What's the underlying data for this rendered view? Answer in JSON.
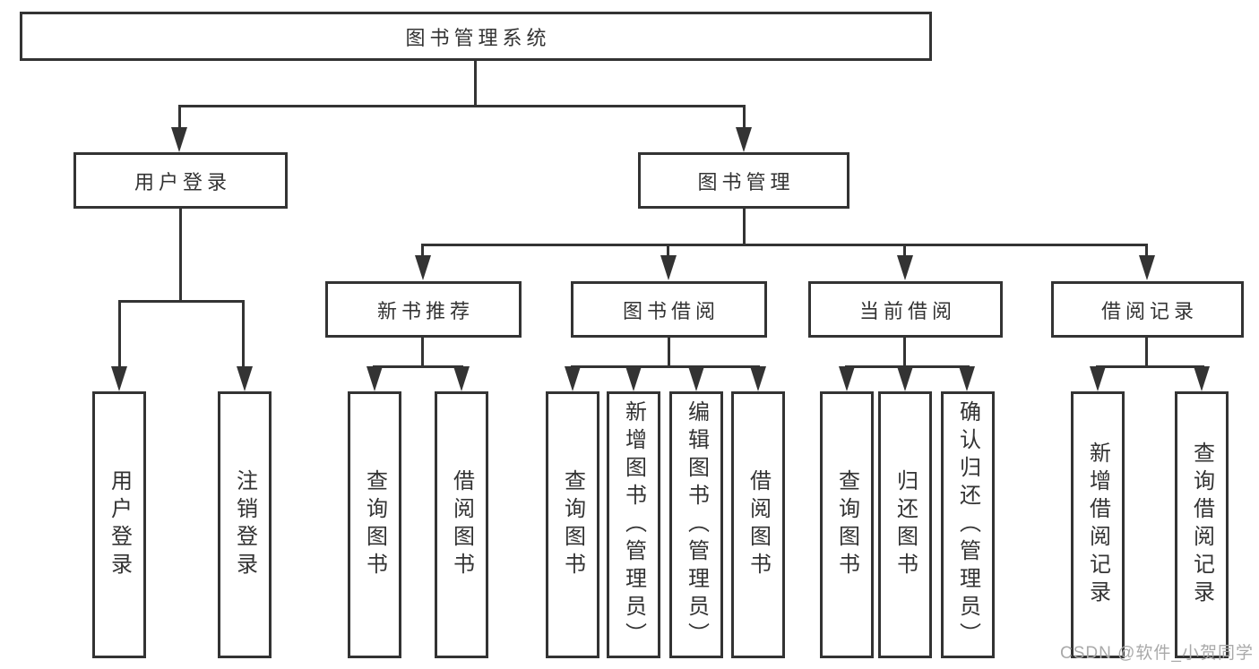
{
  "diagram": {
    "title": "图书管理系统",
    "watermark": "CSDN @软件_小贺同学",
    "colors": {
      "line": "#333333",
      "text": "#333333",
      "box_background": "#ffffff",
      "page_background": "#ffffff",
      "watermark_text": "#a9a9a9"
    },
    "nodes": {
      "root": {
        "label": "图书管理系统"
      },
      "user_login": {
        "label": "用户登录"
      },
      "book_mgmt": {
        "label": "图书管理"
      },
      "new_book_rec": {
        "label": "新书推荐"
      },
      "book_borrow": {
        "label": "图书借阅"
      },
      "current_borrow": {
        "label": "当前借阅"
      },
      "borrow_records": {
        "label": "借阅记录"
      },
      "leaf_user_login": {
        "label": "用户登录"
      },
      "leaf_logout": {
        "label": "注销登录"
      },
      "leaf_query_book_1": {
        "label": "查询图书"
      },
      "leaf_borrow_book_1": {
        "label": "借阅图书"
      },
      "leaf_query_book_2": {
        "label": "查询图书"
      },
      "leaf_add_book": {
        "label": "新增图书（管理员）"
      },
      "leaf_edit_book": {
        "label": "编辑图书（管理员）"
      },
      "leaf_borrow_book_2": {
        "label": "借阅图书"
      },
      "leaf_query_book_3": {
        "label": "查询图书"
      },
      "leaf_return_book": {
        "label": "归还图书"
      },
      "leaf_confirm_return": {
        "label": "确认归还（管理员）"
      },
      "leaf_add_borrow_record": {
        "label": "新增借阅记录"
      },
      "leaf_query_borrow_record": {
        "label": "查询借阅记录"
      }
    }
  }
}
